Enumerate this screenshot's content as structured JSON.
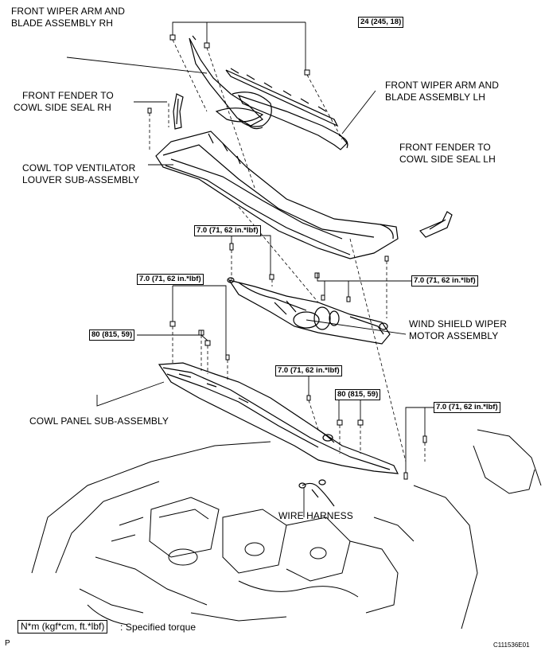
{
  "labels": {
    "wiper_rh_1": "FRONT WIPER ARM AND",
    "wiper_rh_2": "BLADE ASSEMBLY RH",
    "wiper_lh_1": "FRONT WIPER ARM AND",
    "wiper_lh_2": "BLADE ASSEMBLY LH",
    "seal_rh_1": "FRONT FENDER TO",
    "seal_rh_2": "COWL SIDE SEAL RH",
    "seal_lh_1": "FRONT FENDER TO",
    "seal_lh_2": "COWL SIDE SEAL LH",
    "louver_1": "COWL TOP VENTILATOR",
    "louver_2": "LOUVER SUB-ASSEMBLY",
    "motor_1": "WIND SHIELD WIPER",
    "motor_2": "MOTOR ASSEMBLY",
    "cowl_panel": "COWL PANEL SUB-ASSEMBLY",
    "harness": "WIRE HARNESS"
  },
  "torques": {
    "t_wiper": "24 (245, 18)",
    "t_motor_left": "7.0 (71, 62 in.*lbf)",
    "t_motor_mid": "7.0 (71, 62 in.*lbf)",
    "t_motor_right": "7.0 (71, 62 in.*lbf)",
    "t_panel_left": "80 (815, 59)",
    "t_panel_mid": "7.0 (71, 62 in.*lbf)",
    "t_panel_center": "80 (815, 59)",
    "t_panel_right": "7.0 (71, 62 in.*lbf)"
  },
  "legend": {
    "unit": "N*m (kgf*cm, ft.*lbf)",
    "text": ": Specified torque"
  },
  "footer": {
    "page_mark": "P",
    "code": "C111536E01"
  }
}
